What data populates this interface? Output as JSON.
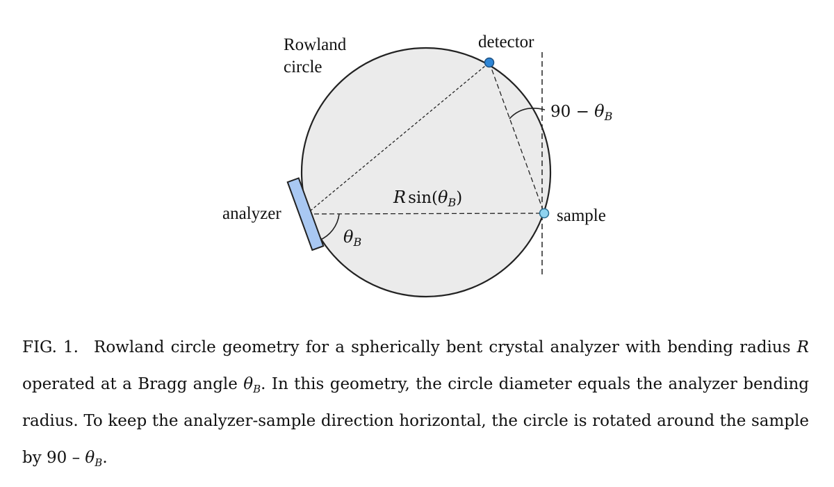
{
  "figure": {
    "labels": {
      "rowland_line1": "Rowland",
      "rowland_line2": "circle",
      "detector": "detector",
      "sample": "sample",
      "analyzer": "analyzer",
      "distance_R": "R",
      "distance_sin": "sin(",
      "distance_theta": "θ",
      "distance_sub": "B",
      "distance_close": ")",
      "rot_angle_prefix": "90 − ",
      "rot_angle_theta": "θ",
      "rot_angle_sub": "B",
      "bragg_theta": "θ",
      "bragg_sub": "B"
    },
    "colors": {
      "circle_fill": "#ebebeb",
      "detector_point": "#2f86d6",
      "sample_point": "#8fd3f0",
      "analyzer_crystal": "#a9c8f2"
    }
  },
  "caption": {
    "label": "FIG. 1.",
    "seg1": "Rowland circle geometry for a spherically bent crystal analyzer with bending radius ",
    "R": "R",
    "seg2": " operated at a Bragg angle ",
    "theta": "θ",
    "sub": "B",
    "seg3": ". In this geometry, the circle diameter equals the analyzer bending radius. To keep the analyzer-sample direction horizontal, the circle is rotated around the sample by 90 – ",
    "theta2": "θ",
    "sub2": "B",
    "seg4": "."
  }
}
